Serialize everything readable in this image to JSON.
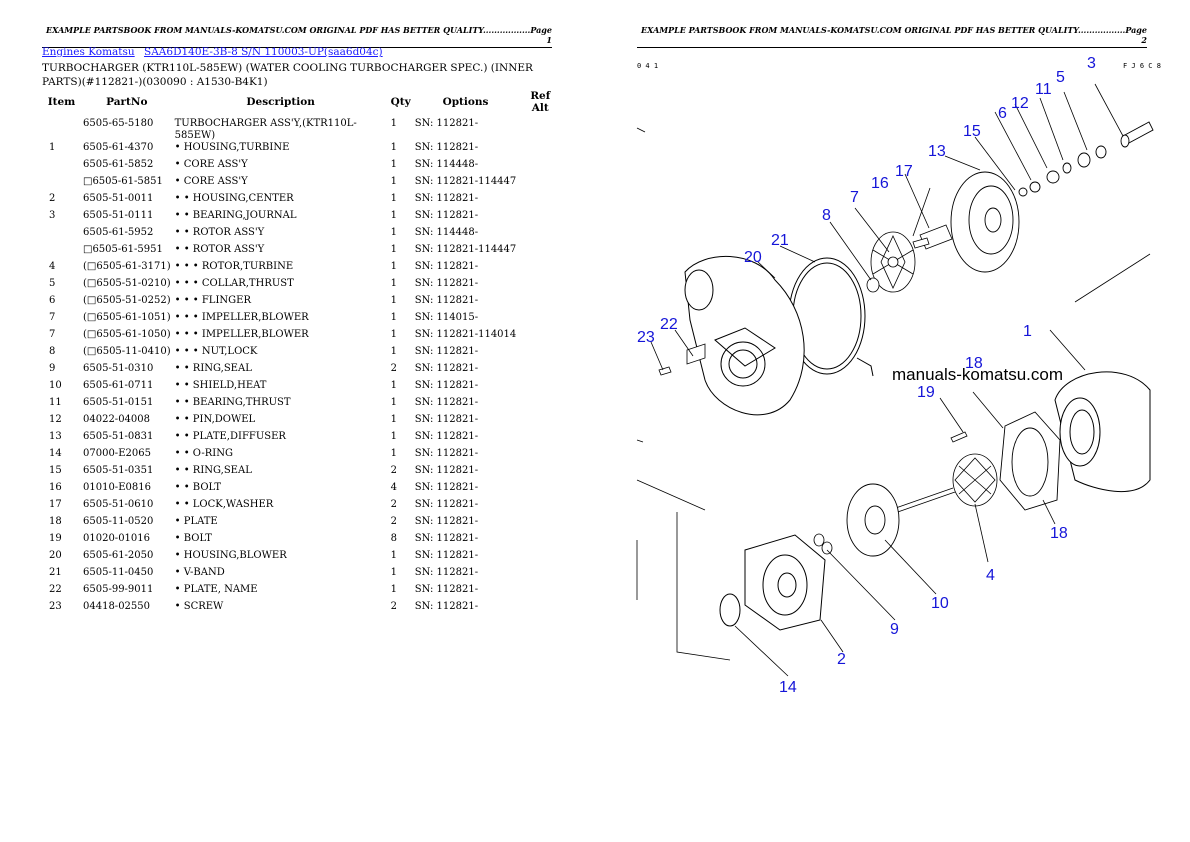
{
  "page1": {
    "header": "EXAMPLE PARTSBOOK FROM MANUALS-KOMATSU.COM ORIGINAL PDF HAS BETTER QUALITY.................Page 1",
    "breadcrumb": [
      "Engines Komatsu",
      "SAA6D140E-3B-8 S/N 110003-UP(saa6d04c)"
    ],
    "title": "TURBOCHARGER (KTR110L-585EW) (WATER COOLING TURBOCHARGER SPEC.) (INNER PARTS)(#112821-)(030090 : A1530-B4K1)",
    "columns": [
      "Item",
      "PartNo",
      "Description",
      "Qty",
      "Options",
      "Ref Alt"
    ],
    "rows": [
      [
        "",
        "6505-65-5180",
        "TURBOCHARGER ASS'Y,(KTR110L-585EW)",
        "1",
        "SN: 112821-",
        ""
      ],
      [
        "1",
        "6505-61-4370",
        "• HOUSING,TURBINE",
        "1",
        "SN: 112821-",
        ""
      ],
      [
        "",
        "6505-61-5852",
        "• CORE ASS'Y",
        "1",
        "SN: 114448-",
        ""
      ],
      [
        "",
        "□6505-61-5851",
        "• CORE ASS'Y",
        "1",
        "SN: 112821-114447",
        ""
      ],
      [
        "2",
        "6505-51-0011",
        "• • HOUSING,CENTER",
        "1",
        "SN: 112821-",
        ""
      ],
      [
        "3",
        "6505-51-0111",
        "• • BEARING,JOURNAL",
        "1",
        "SN: 112821-",
        ""
      ],
      [
        "",
        "6505-61-5952",
        "• • ROTOR ASS'Y",
        "1",
        "SN: 114448-",
        ""
      ],
      [
        "",
        "□6505-61-5951",
        "• • ROTOR ASS'Y",
        "1",
        "SN: 112821-114447",
        ""
      ],
      [
        "4",
        "(□6505-61-3171)",
        "• • • ROTOR,TURBINE",
        "1",
        "SN: 112821-",
        ""
      ],
      [
        "5",
        "(□6505-51-0210)",
        "• • • COLLAR,THRUST",
        "1",
        "SN: 112821-",
        ""
      ],
      [
        "6",
        "(□6505-51-0252)",
        "• • • FLINGER",
        "1",
        "SN: 112821-",
        ""
      ],
      [
        "7",
        "(□6505-61-1051)",
        "• • • IMPELLER,BLOWER",
        "1",
        "SN: 114015-",
        ""
      ],
      [
        "7",
        "(□6505-61-1050)",
        "• • • IMPELLER,BLOWER",
        "1",
        "SN: 112821-114014",
        ""
      ],
      [
        "8",
        "(□6505-11-0410)",
        "• • • NUT,LOCK",
        "1",
        "SN: 112821-",
        ""
      ],
      [
        "9",
        "6505-51-0310",
        "• • RING,SEAL",
        "2",
        "SN: 112821-",
        ""
      ],
      [
        "10",
        "6505-61-0711",
        "• • SHIELD,HEAT",
        "1",
        "SN: 112821-",
        ""
      ],
      [
        "11",
        "6505-51-0151",
        "• • BEARING,THRUST",
        "1",
        "SN: 112821-",
        ""
      ],
      [
        "12",
        "04022-04008",
        "• • PIN,DOWEL",
        "1",
        "SN: 112821-",
        ""
      ],
      [
        "13",
        "6505-51-0831",
        "• • PLATE,DIFFUSER",
        "1",
        "SN: 112821-",
        ""
      ],
      [
        "14",
        "07000-E2065",
        "• • O-RING",
        "1",
        "SN: 112821-",
        ""
      ],
      [
        "15",
        "6505-51-0351",
        "• • RING,SEAL",
        "2",
        "SN: 112821-",
        ""
      ],
      [
        "16",
        "01010-E0816",
        "• • BOLT",
        "4",
        "SN: 112821-",
        ""
      ],
      [
        "17",
        "6505-51-0610",
        "• • LOCK,WASHER",
        "2",
        "SN: 112821-",
        ""
      ],
      [
        "18",
        "6505-11-0520",
        "• PLATE",
        "2",
        "SN: 112821-",
        ""
      ],
      [
        "19",
        "01020-01016",
        "• BOLT",
        "8",
        "SN: 112821-",
        ""
      ],
      [
        "20",
        "6505-61-2050",
        "• HOUSING,BLOWER",
        "1",
        "SN: 112821-",
        ""
      ],
      [
        "21",
        "6505-11-0450",
        "• V-BAND",
        "1",
        "SN: 112821-",
        ""
      ],
      [
        "22",
        "6505-99-9011",
        "• PLATE, NAME",
        "1",
        "SN: 112821-",
        ""
      ],
      [
        "23",
        "04418-02550",
        "• SCREW",
        "2",
        "SN: 112821-",
        ""
      ]
    ]
  },
  "page2": {
    "header": "EXAMPLE PARTSBOOK FROM MANUALS-KOMATSU.COM ORIGINAL PDF HAS BETTER QUALITY.................Page 2",
    "watermark": "manuals-komatsu.com",
    "corner_left": "0 4 1",
    "corner_right": "F J 6 C 8",
    "callouts": [
      "1",
      "2",
      "3",
      "4",
      "5",
      "6",
      "7",
      "8",
      "9",
      "10",
      "11",
      "12",
      "13",
      "14",
      "15",
      "16",
      "17",
      "18",
      "18",
      "19",
      "20",
      "21",
      "22",
      "23"
    ]
  }
}
